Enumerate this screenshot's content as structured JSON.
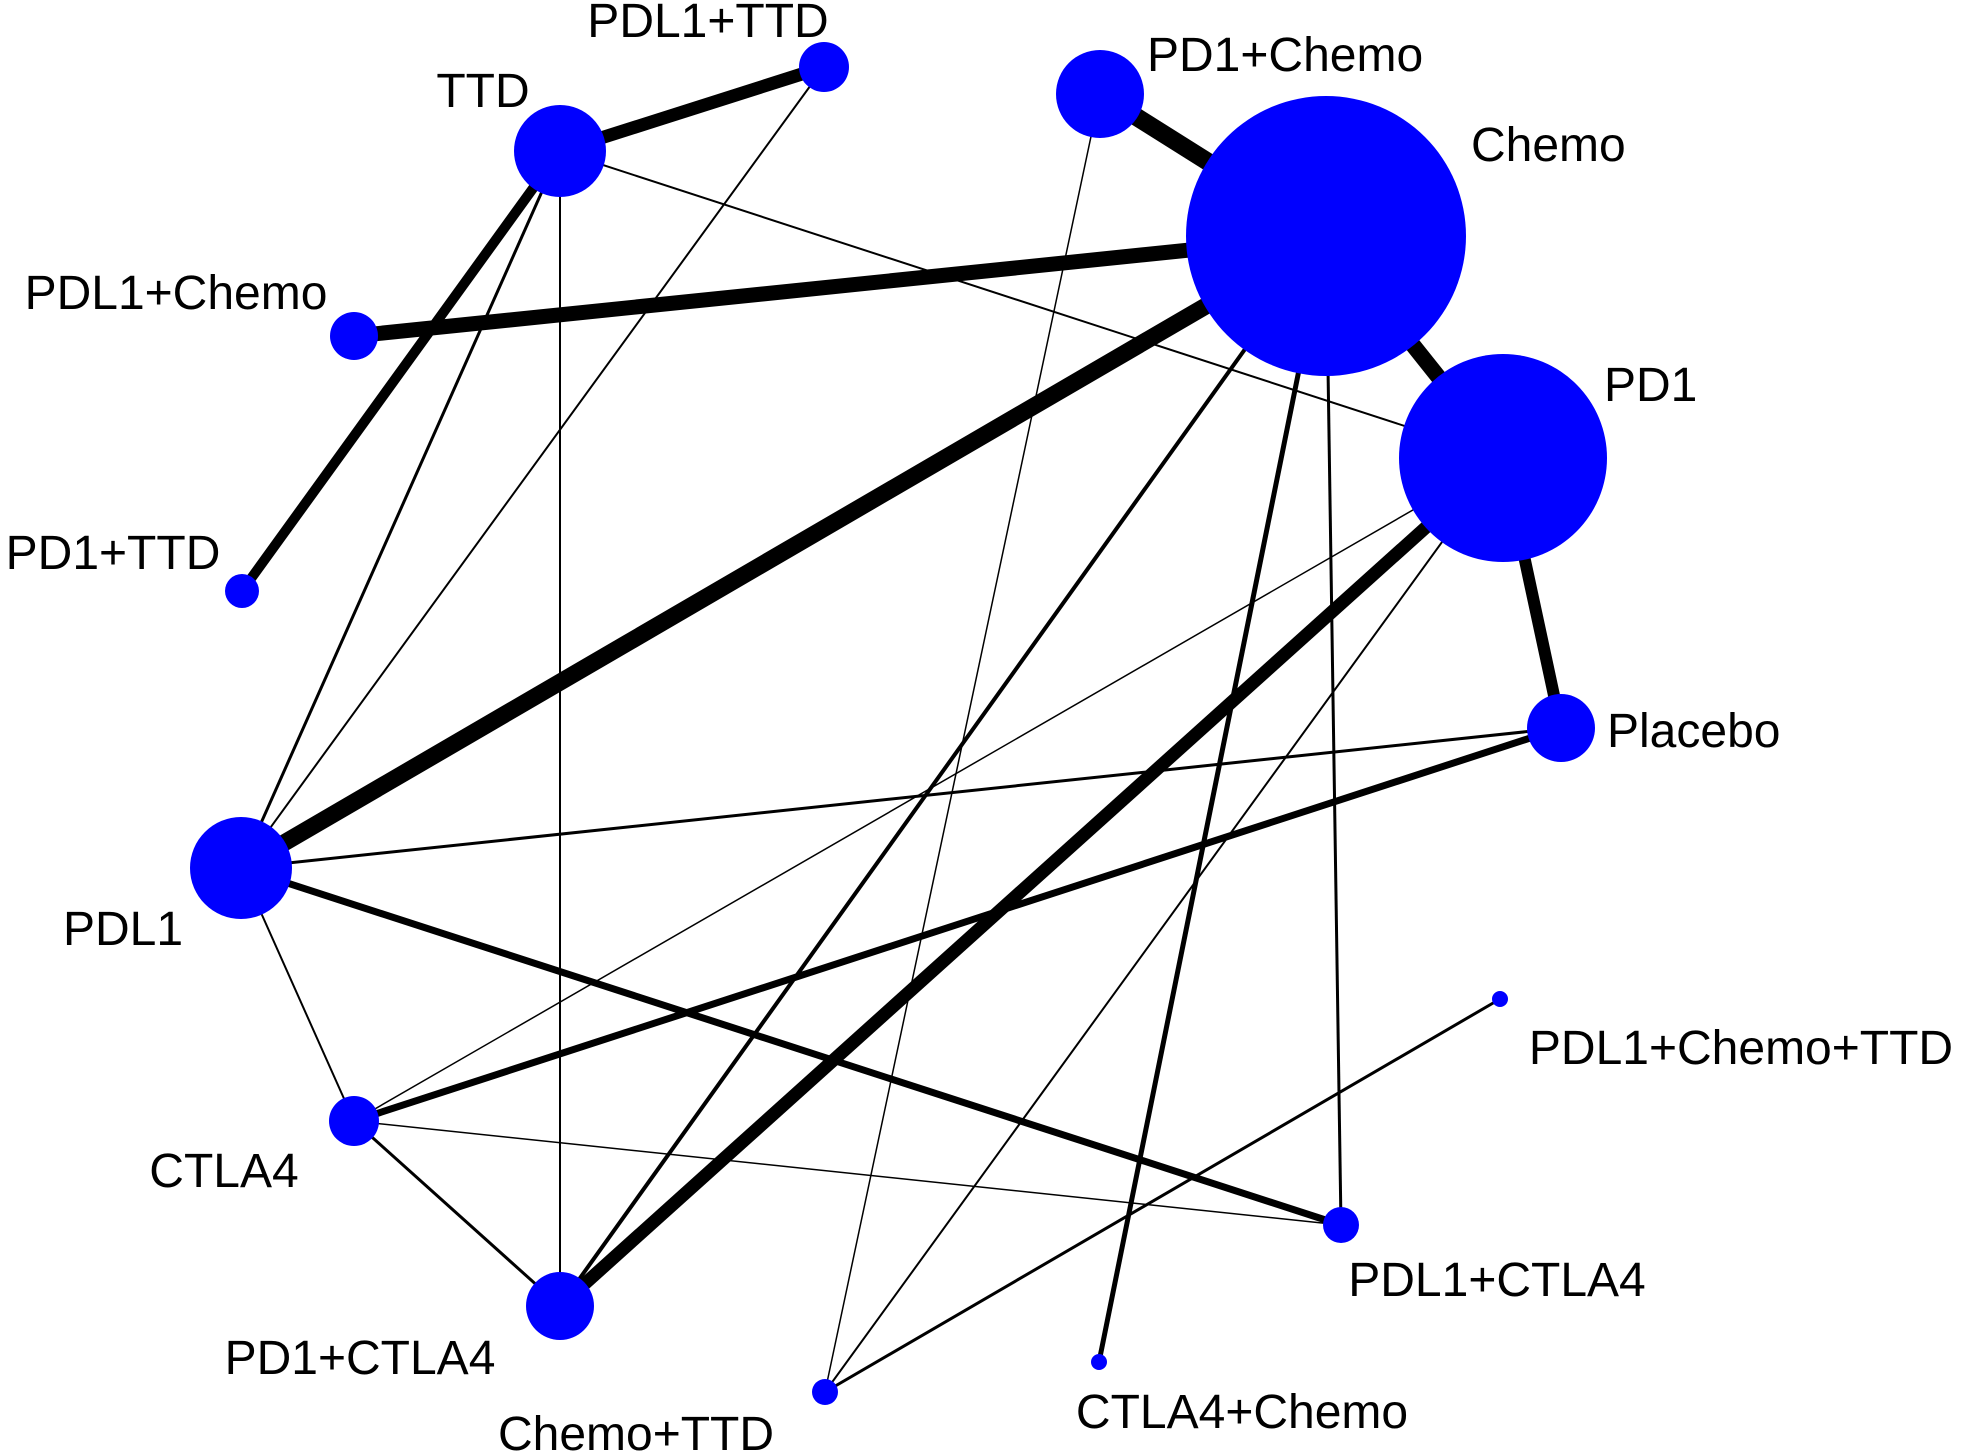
{
  "diagram": {
    "type": "network",
    "colors": {
      "node": "#0000FF",
      "edge": "#000000",
      "label": "#000000",
      "background": "#FFFFFF"
    },
    "nodes": [
      {
        "id": "PDL1+TTD",
        "label": "PDL1+TTD"
      },
      {
        "id": "TTD",
        "label": "TTD"
      },
      {
        "id": "PD1+Chemo",
        "label": "PD1+Chemo"
      },
      {
        "id": "Chemo",
        "label": "Chemo"
      },
      {
        "id": "PDL1+Chemo",
        "label": "PDL1+Chemo"
      },
      {
        "id": "PD1",
        "label": "PD1"
      },
      {
        "id": "PD1+TTD",
        "label": "PD1+TTD"
      },
      {
        "id": "Placebo",
        "label": "Placebo"
      },
      {
        "id": "PDL1",
        "label": "PDL1"
      },
      {
        "id": "PDL1+Chemo+TTD",
        "label": "PDL1+Chemo+TTD"
      },
      {
        "id": "CTLA4",
        "label": "CTLA4"
      },
      {
        "id": "PDL1+CTLA4",
        "label": "PDL1+CTLA4"
      },
      {
        "id": "PD1+CTLA4",
        "label": "PD1+CTLA4"
      },
      {
        "id": "CTLA4+Chemo",
        "label": "CTLA4+Chemo"
      },
      {
        "id": "Chemo+TTD",
        "label": "Chemo+TTD"
      }
    ],
    "edges": [
      {
        "from": "TTD",
        "to": "PDL1+TTD"
      },
      {
        "from": "TTD",
        "to": "PD1+TTD"
      },
      {
        "from": "TTD",
        "to": "PDL1"
      },
      {
        "from": "TTD",
        "to": "PD1+CTLA4"
      },
      {
        "from": "TTD",
        "to": "PD1"
      },
      {
        "from": "PDL1+TTD",
        "to": "PDL1"
      },
      {
        "from": "PD1+Chemo",
        "to": "Chemo"
      },
      {
        "from": "PD1+Chemo",
        "to": "Chemo+TTD"
      },
      {
        "from": "Chemo",
        "to": "PDL1+Chemo"
      },
      {
        "from": "Chemo",
        "to": "PD1"
      },
      {
        "from": "Chemo",
        "to": "PDL1"
      },
      {
        "from": "Chemo",
        "to": "PD1+CTLA4"
      },
      {
        "from": "Chemo",
        "to": "CTLA4+Chemo"
      },
      {
        "from": "Chemo",
        "to": "PDL1+CTLA4"
      },
      {
        "from": "PD1",
        "to": "Placebo"
      },
      {
        "from": "PD1",
        "to": "PD1+CTLA4"
      },
      {
        "from": "PD1",
        "to": "CTLA4"
      },
      {
        "from": "PD1",
        "to": "Chemo+TTD"
      },
      {
        "from": "Placebo",
        "to": "PDL1"
      },
      {
        "from": "Placebo",
        "to": "CTLA4"
      },
      {
        "from": "PDL1",
        "to": "PDL1+CTLA4"
      },
      {
        "from": "PDL1",
        "to": "CTLA4"
      },
      {
        "from": "CTLA4",
        "to": "PD1+CTLA4"
      },
      {
        "from": "CTLA4",
        "to": "PDL1+CTLA4"
      },
      {
        "from": "Chemo+TTD",
        "to": "PDL1+Chemo+TTD"
      }
    ]
  }
}
